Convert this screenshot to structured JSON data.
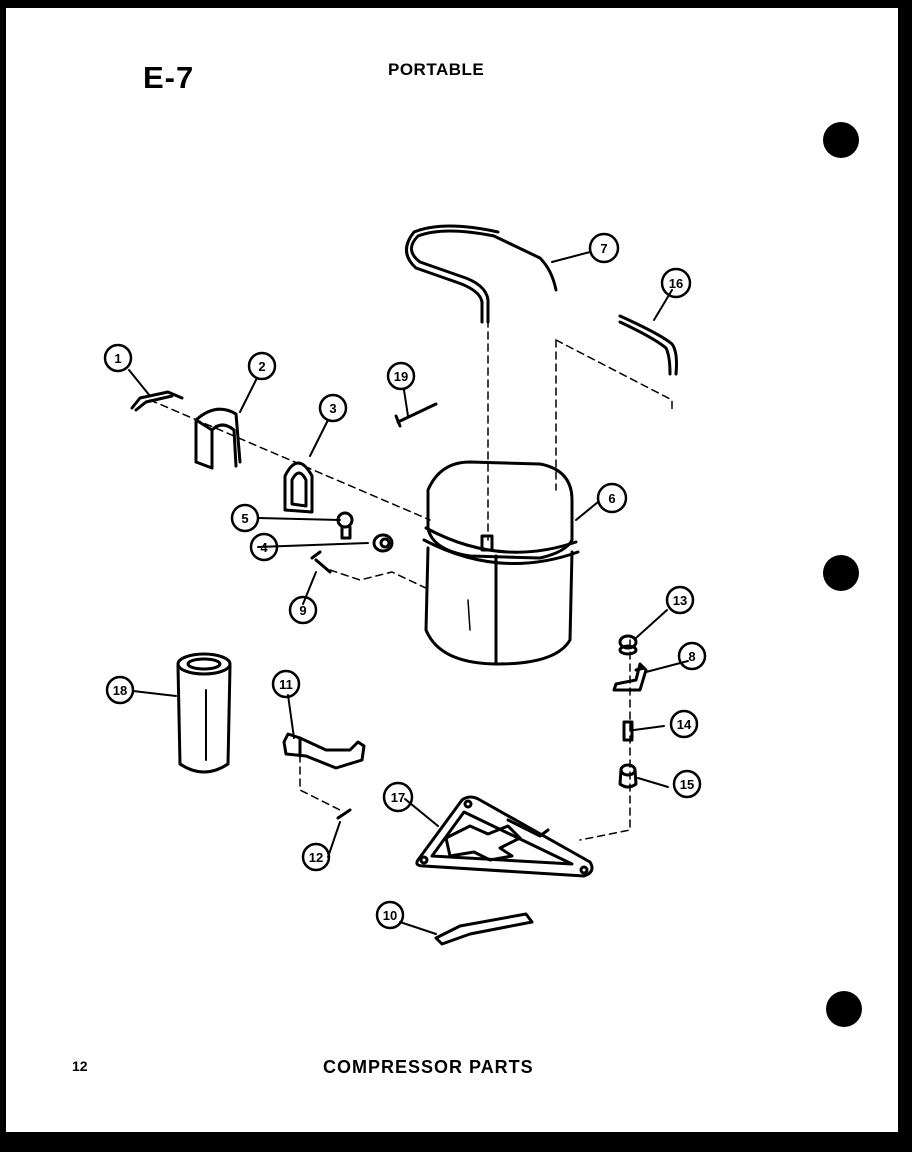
{
  "header": {
    "code": "E-7",
    "heading": "PORTABLE"
  },
  "footer": {
    "page_number": "12",
    "title": "COMPRESSOR PARTS"
  },
  "colors": {
    "ink": "#000000",
    "paper": "#ffffff"
  },
  "callouts": [
    {
      "id": "c1",
      "number": "1"
    },
    {
      "id": "c2",
      "number": "2"
    },
    {
      "id": "c3",
      "number": "3"
    },
    {
      "id": "c4",
      "number": "4"
    },
    {
      "id": "c5",
      "number": "5"
    },
    {
      "id": "c6",
      "number": "6"
    },
    {
      "id": "c7",
      "number": "7"
    },
    {
      "id": "c8",
      "number": "8"
    },
    {
      "id": "c9",
      "number": "9"
    },
    {
      "id": "c10",
      "number": "10"
    },
    {
      "id": "c11",
      "number": "11"
    },
    {
      "id": "c12",
      "number": "12"
    },
    {
      "id": "c13",
      "number": "13"
    },
    {
      "id": "c14",
      "number": "14"
    },
    {
      "id": "c15",
      "number": "15"
    },
    {
      "id": "c16",
      "number": "16"
    },
    {
      "id": "c17",
      "number": "17"
    },
    {
      "id": "c18",
      "number": "18"
    },
    {
      "id": "c19",
      "number": "19"
    }
  ]
}
